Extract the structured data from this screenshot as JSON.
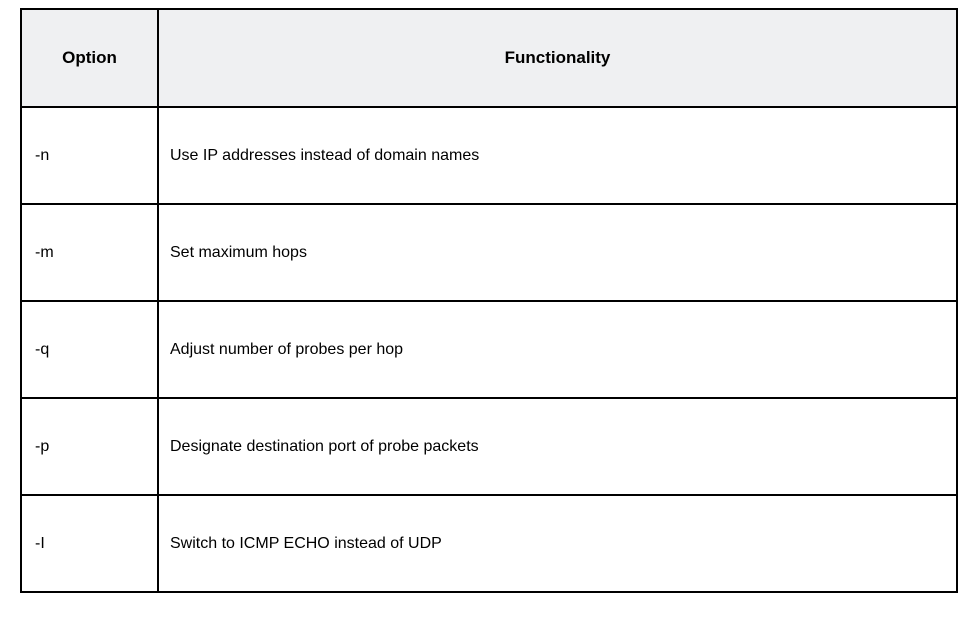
{
  "table": {
    "headers": [
      "Option",
      "Functionality"
    ],
    "rows": [
      {
        "option": "-n",
        "functionality": "Use IP addresses instead of domain names"
      },
      {
        "option": "-m",
        "functionality": "Set maximum hops"
      },
      {
        "option": "-q",
        "functionality": "Adjust number of probes per hop"
      },
      {
        "option": "-p",
        "functionality": "Designate destination port of probe packets"
      },
      {
        "option": "-I",
        "functionality": "Switch to ICMP ECHO instead of UDP"
      }
    ]
  },
  "colors": {
    "header_bg": "#eff0f2",
    "border": "#000000",
    "text": "#000000"
  }
}
